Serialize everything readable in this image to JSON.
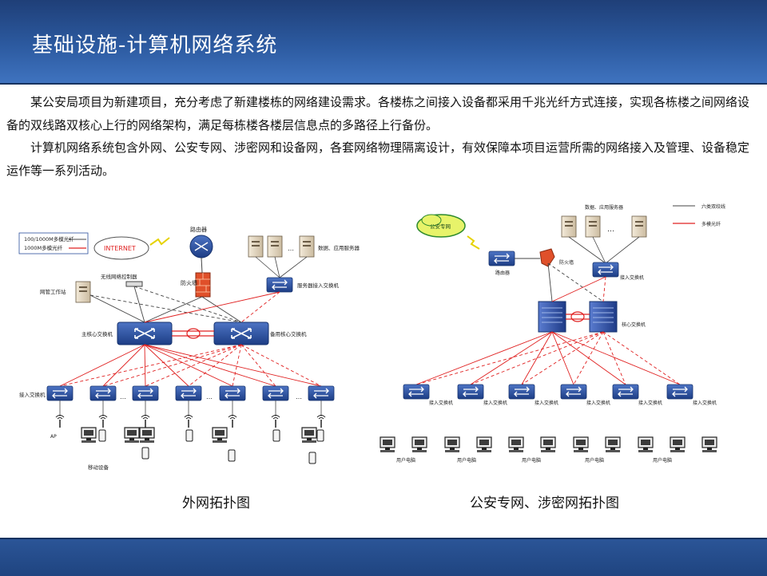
{
  "header": {
    "title": "基础设施-计算机网络系统"
  },
  "body": {
    "paragraphs": [
      "某公安局项目为新建项目，充分考虑了新建楼栋的网络建设需求。各楼栋之间接入设备都采用千兆光纤方式连接，实现各栋楼之间网络设备的双线路双核心上行的网络架构，满足每栋楼各楼层信息点的多路径上行备份。",
      "计算机网络系统包含外网、公安专网、涉密网和设备网，各套网络物理隔离设计，有效保障本项目运营所需的网络接入及管理、设备稳定运作等一系列活动。"
    ]
  },
  "left_diagram": {
    "caption": "外网拓扑图",
    "legend": {
      "line1": "100/1000M多模光纤",
      "line2": "1000M多模光纤"
    },
    "internet": "INTERNET",
    "router": "路由器",
    "firewall": "防火墙",
    "wireless_controller": "无线网络控制器",
    "nms": "网管工作站",
    "servers": "数据、应用服务器",
    "server_switch": "服务器接入交换机",
    "core_main": "主核心交换机",
    "core_backup": "备用核心交换机",
    "access_switch": "接入交换机",
    "ap": "AP",
    "mobile": "移动设备",
    "ellipsis": "…",
    "colors": {
      "copper": "#444444",
      "fiber": "#e02020",
      "switch": "#2a4f9c"
    }
  },
  "right_diagram": {
    "caption": "公安专网、涉密网拓扑图",
    "legend": {
      "line1": "六类双绞线",
      "line2": "多模光纤"
    },
    "cloud": "公安专网",
    "router": "路由器",
    "firewall": "防火墙",
    "servers": "数据、应用服务器",
    "access_top": "接入交换机",
    "core": "核心交换机",
    "access_switch": "接入交换机",
    "user_pc": "用户电脑",
    "ellipsis": "…"
  }
}
